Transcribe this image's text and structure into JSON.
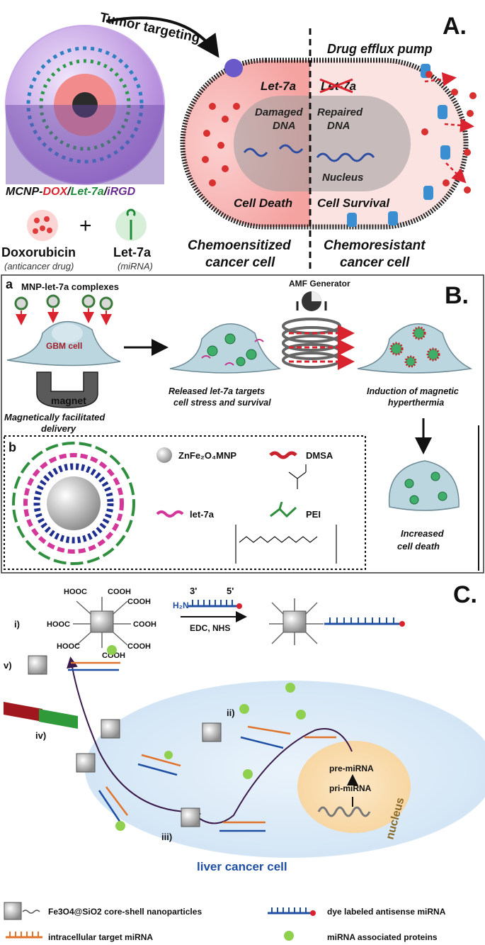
{
  "panelA": {
    "letter": "A.",
    "tumor_targeting": "Tumor targeting",
    "drug_efflux_pump": "Drug efflux pump",
    "let7a_left": "Let-7a",
    "let7a_right": "Let-7a",
    "damaged_dna_1": "Damaged",
    "damaged_dna_2": "DNA",
    "repaired_dna_1": "Repaired",
    "repaired_dna_2": "DNA",
    "nucleus": "Nucleus",
    "cell_death": "Cell Death",
    "cell_survival": "Cell Survival",
    "nanoparticle_label": {
      "p1": "MCNP-",
      "p2": "DOX",
      "p3": "/",
      "p4": "Let-7a",
      "p5": "/",
      "p6": "iRGD"
    },
    "plus": "+",
    "doxorubicin": "Doxorubicin",
    "doxorubicin_sub": "(anticancer drug)",
    "let7a": "Let-7a",
    "let7a_sub": "(miRNA)",
    "chemosensitized_1": "Chemoensitized",
    "chemosensitized_2": "cancer cell",
    "chemoresistant_1": "Chemoresistant",
    "chemoresistant_2": "cancer cell",
    "colors": {
      "accent_red": "#d9232e",
      "accent_green": "#1f8a3a",
      "accent_purple": "#6b2c91"
    }
  },
  "panelB": {
    "letter": "B.",
    "sub_a": "a",
    "sub_b": "b",
    "complexes": "MNP-let-7a complexes",
    "gbm_cell": "GBM cell",
    "magnet": "magnet",
    "mag_delivery_1": "Magnetically facilitated",
    "mag_delivery_2": "delivery",
    "amf": "AMF Generator",
    "released_1": "Released let-7a targets",
    "released_2": "cell stress and survival",
    "induction_1": "Induction of magnetic",
    "induction_2": "hyperthermia",
    "increased_1": "Increased",
    "increased_2": "cell death",
    "znfe": "ZnFe₂O₄MNP",
    "dmsa": "DMSA",
    "let7a": "let-7a",
    "pei": "PEI",
    "colors": {
      "cell_fill": "#bcd6df",
      "arrow_red": "#d9232e"
    }
  },
  "panelC": {
    "letter": "C.",
    "step_i": "i)",
    "step_ii": "ii)",
    "step_iii": "iii)",
    "step_iv": "iv)",
    "step_v": "v)",
    "cooh": "COOH",
    "hooc": "HOOC",
    "h2n": "H₂N",
    "three_prime": "3'",
    "five_prime": "5'",
    "edc": "EDC, NHS",
    "pre_mirna": "pre-miRNA",
    "pri_mirna": "pri-miRNA",
    "nucleus": "nucleus",
    "liver": "liver cancer cell",
    "legend": {
      "core_shell": "Fe3O4@SiO2 core-shell nanoparticles",
      "antisense": "dye labeled antisense miRNA",
      "target": "intracellular target miRNA",
      "proteins": "miRNA associated proteins"
    },
    "colors": {
      "antisense_blue": "#1f4fa3",
      "target_orange": "#e0742c",
      "protein_green": "#8fd14f"
    }
  }
}
